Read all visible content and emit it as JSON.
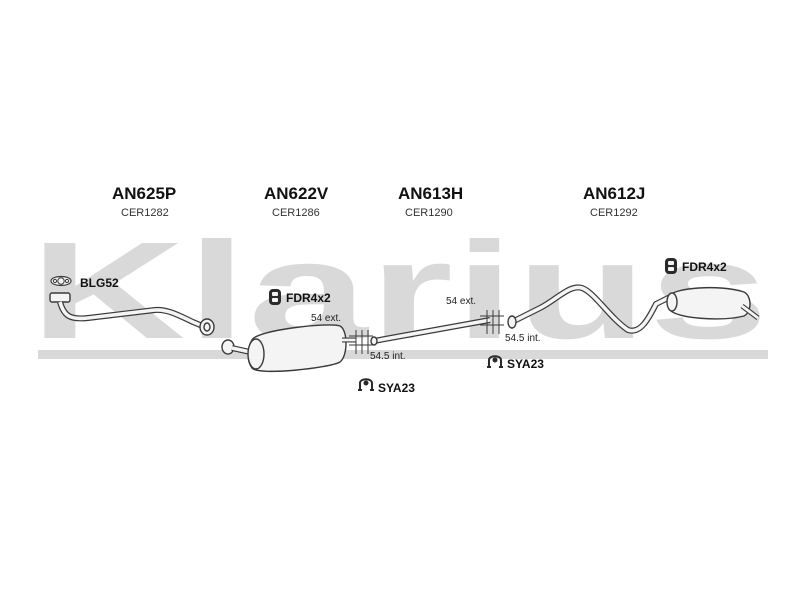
{
  "watermark": {
    "text": "Klarius"
  },
  "parts": [
    {
      "code": "AN625P",
      "ref": "CER1282"
    },
    {
      "code": "AN622V",
      "ref": "CER1286"
    },
    {
      "code": "AN613H",
      "ref": "CER1290"
    },
    {
      "code": "AN612J",
      "ref": "CER1292"
    }
  ],
  "fittings": {
    "gasket": "BLG52",
    "mount_front": "FDR4x2",
    "mount_rear": "FDR4x2",
    "clamp_mid": "SYA23",
    "clamp_rear": "SYA23"
  },
  "dimensions": {
    "ext_front": "54 ext.",
    "int_front": "54.5 int.",
    "ext_rear": "54 ext.",
    "int_rear": "54.5 int."
  },
  "icons": {
    "gasket": "gasket-icon",
    "mount": "rubber-mount-icon",
    "clamp": "clamp-icon"
  },
  "colors": {
    "watermark": "#d9d9d9",
    "line": "#3a3a3a",
    "fill": "#f4f4f4"
  }
}
